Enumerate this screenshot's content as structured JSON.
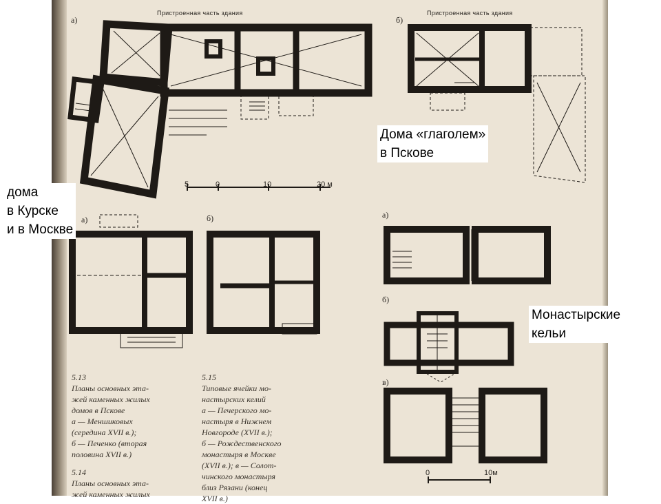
{
  "slide": {
    "label_left": {
      "line1": "дома",
      "line2": "в Курске",
      "line3": "и в Москве"
    },
    "label_pskov": {
      "line1": "Дома «глаголем»",
      "line2": "в Пскове"
    },
    "label_monastic": {
      "line1": "Монастырские",
      "line2": "кельи"
    }
  },
  "scan": {
    "top_left_plan": {
      "label": "Пристроенная часть здания",
      "marker": "а)"
    },
    "top_right_plan": {
      "label": "Пристроенная часть здания",
      "marker": "б)"
    },
    "scale_top": {
      "t0": "5",
      "t1": "0",
      "t2": "10",
      "t3": "20 м"
    },
    "mid_left_marker": "а)",
    "mid_right_marker": "б)",
    "cell_markers": {
      "a": "а)",
      "b": "б)",
      "c": "в)"
    },
    "scale_bottom": {
      "t0": "0",
      "t1": "10м"
    },
    "caption_513": {
      "num": "5.13",
      "l1": "Планы основных эта-",
      "l2": "жей каменных жилых",
      "l3": "домов в Пскове",
      "l4": "а — Меншиковых",
      "l5": "(середина XVII в.);",
      "l6": "б — Печенко (вторая",
      "l7": "половина XVII в.)"
    },
    "caption_514": {
      "num": "5.14",
      "l1": "Планы основных эта-",
      "l2": "жей каменных жилых"
    },
    "caption_515": {
      "num": "5.15",
      "l1": "Типовые ячейки мо-",
      "l2": "настырских келий",
      "l3": "а — Печерского мо-",
      "l4": "настыря в Нижнем",
      "l5": "Новгороде (XVII в.);",
      "l6": "б — Рождественского",
      "l7": "монастыря в Москве",
      "l8": "(XVII в.); в — Солот-",
      "l9": "чинского монастыря",
      "l10": "близ Рязани (конец",
      "l11": "XVII в.)"
    }
  }
}
